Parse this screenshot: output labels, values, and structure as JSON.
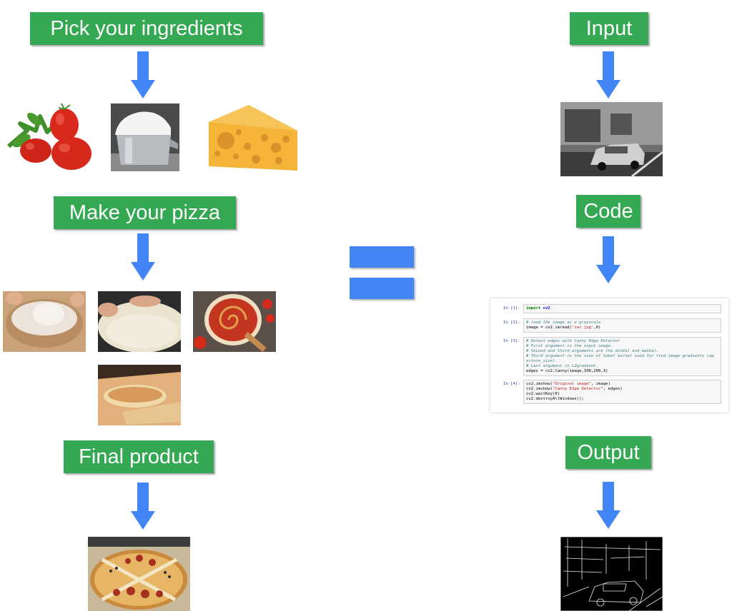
{
  "colors": {
    "label_bg": "#34a853",
    "label_text": "#ffffff",
    "arrow": "#4285f4",
    "equals": "#4285f4"
  },
  "left_column": {
    "title": "Pizza analogy",
    "steps": [
      {
        "label": "Pick your ingredients",
        "images": [
          "tomatoes",
          "flour-cup",
          "cheese-wedge"
        ]
      },
      {
        "label": "Make your pizza",
        "images": [
          "mixing-dough",
          "stretching-dough",
          "spreading-sauce",
          "baking-pizza"
        ]
      },
      {
        "label": "Final product",
        "images": [
          "finished-pizza"
        ]
      }
    ]
  },
  "equals_sign": "=",
  "right_column": {
    "steps": [
      {
        "label": "Input",
        "images": [
          "grayscale-street-car-photo"
        ]
      },
      {
        "label": "Code",
        "images": [
          "jupyter-notebook-code"
        ]
      },
      {
        "label": "Output",
        "images": [
          "canny-edge-detection-result"
        ]
      }
    ]
  },
  "notebook": {
    "cells": [
      {
        "prompt": "In [1]:",
        "lines": [
          {
            "parts": [
              {
                "cls": "kw",
                "text": "import"
              },
              {
                "cls": "",
                "text": " "
              },
              {
                "cls": "nm",
                "text": "cv2"
              }
            ]
          }
        ]
      },
      {
        "prompt": "In [2]:",
        "lines": [
          {
            "parts": [
              {
                "cls": "cm",
                "text": "# read the image as a grayscale"
              }
            ]
          },
          {
            "parts": [
              {
                "cls": "",
                "text": "image = cv2.imread("
              },
              {
                "cls": "st",
                "text": "'car.jpg'"
              },
              {
                "cls": "",
                "text": ",0)"
              }
            ]
          }
        ]
      },
      {
        "prompt": "In [3]:",
        "lines": [
          {
            "parts": [
              {
                "cls": "cm",
                "text": "# Detect edges with Canny Edge Detector"
              }
            ]
          },
          {
            "parts": [
              {
                "cls": "cm",
                "text": "# First argument is the input image."
              }
            ]
          },
          {
            "parts": [
              {
                "cls": "cm",
                "text": "# Second and third arguments are the minVal and maxVal."
              }
            ]
          },
          {
            "parts": [
              {
                "cls": "cm",
                "text": "# Third argument is the size of Sobel kernel used for find image gradients (ap"
              }
            ]
          },
          {
            "parts": [
              {
                "cls": "cm",
                "text": "erture_size)."
              }
            ]
          },
          {
            "parts": [
              {
                "cls": "cm",
                "text": "# Last argument is L2gradient."
              }
            ]
          },
          {
            "parts": [
              {
                "cls": "",
                "text": "edges = cv2.Canny(image,100,200,3)"
              }
            ]
          }
        ]
      },
      {
        "prompt": "In [4]:",
        "lines": [
          {
            "parts": [
              {
                "cls": "",
                "text": "cv2.imshow("
              },
              {
                "cls": "st",
                "text": "\"Original image\""
              },
              {
                "cls": "",
                "text": ", image)"
              }
            ]
          },
          {
            "parts": [
              {
                "cls": "",
                "text": "cv2.imshow("
              },
              {
                "cls": "st",
                "text": "\"Canny Edge Detector\""
              },
              {
                "cls": "",
                "text": ", edges)"
              }
            ]
          },
          {
            "parts": [
              {
                "cls": "",
                "text": "cv2.waitKey(0)"
              }
            ]
          },
          {
            "parts": [
              {
                "cls": "",
                "text": "cv2.destroyAllWindows();"
              }
            ]
          }
        ]
      }
    ]
  }
}
